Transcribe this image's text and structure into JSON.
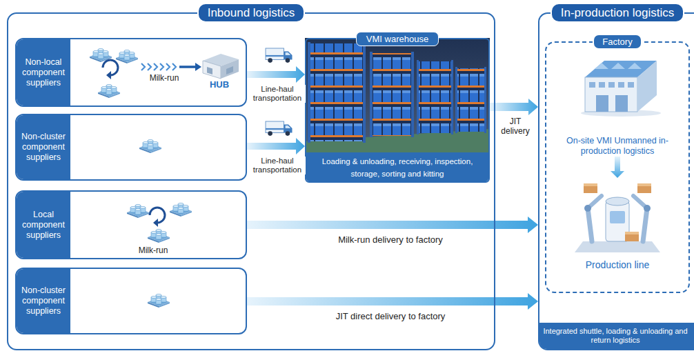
{
  "diagram": {
    "nodes": [
      {
        "text": [
          "Inbound logistics"
        ]
      },
      {
        "text": [
          "Non-local component suppliers"
        ],
        "in": 0
      },
      {
        "text": [
          "Non-cluster component suppliers"
        ],
        "in": 0
      },
      {
        "text": [
          "VMI warehouse",
          "Loading & unloading, receiving, inspection, storage, sorting and kitting"
        ],
        "in": 0
      },
      {
        "text": [
          "Local component suppliers"
        ],
        "in": 0
      },
      {
        "text": [
          "Non-cluster component suppliers"
        ],
        "in": 0
      },
      {
        "text": [
          "In-production logistics",
          "Integrated shuttle, loading & unloading and return logistics"
        ]
      },
      {
        "text": [
          "Factory"
        ],
        "in": 6
      },
      {
        "text": [
          "On-site VMI Unmanned in-production logistics"
        ],
        "in": 7
      },
      {
        "text": [
          "Production line"
        ],
        "in": 7
      }
    ],
    "edges": [
      {
        "from": 1,
        "to": 3,
        "label": "Line-haul transportation",
        "arrow": "to"
      },
      {
        "from": 2,
        "to": 3,
        "label": "Line-haul transportation",
        "arrow": "to"
      },
      {
        "from": 3,
        "to": 6,
        "label": "JIT delivery",
        "arrow": "to"
      },
      {
        "from": 4,
        "to": 6,
        "label": "Milk-run delivery to factory",
        "arrow": "to"
      },
      {
        "from": 5,
        "to": 6,
        "label": "JIT direct delivery to factory",
        "arrow": "to"
      },
      {
        "from": 8,
        "to": 9,
        "arrow": "to"
      }
    ],
    "labels": [
      "Milk-run",
      "HUB",
      "Milk-run"
    ]
  }
}
